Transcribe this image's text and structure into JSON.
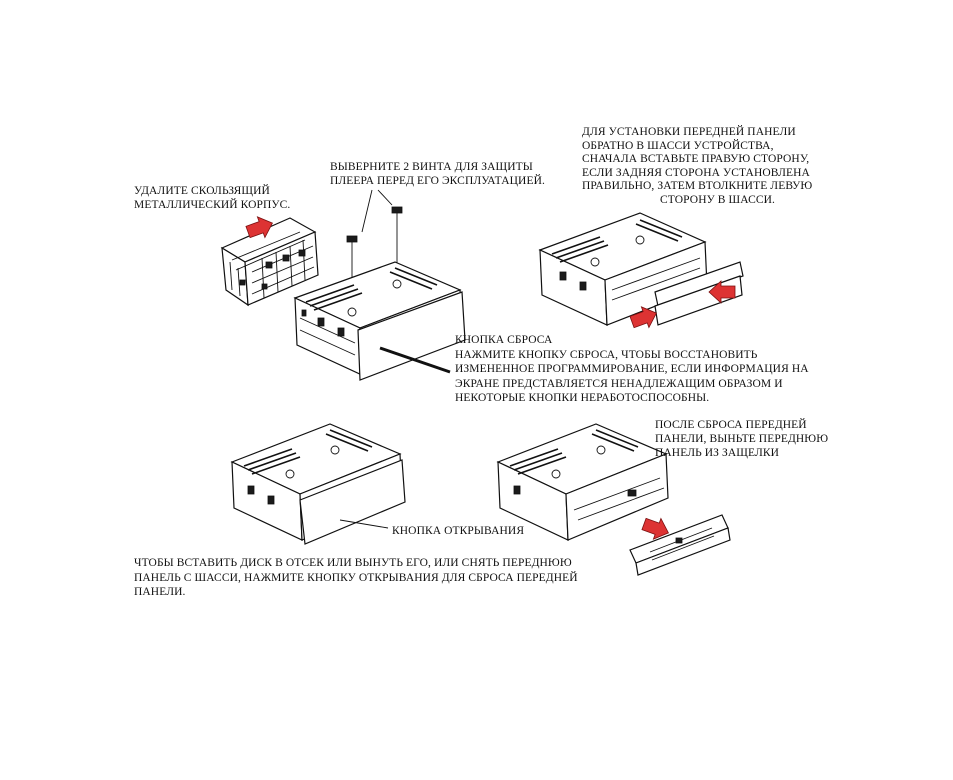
{
  "annotations": {
    "remove_sleeve": [
      "УДАЛИТЕ СКОЛЬЗЯЩИЙ",
      "МЕТАЛЛИЧЕСКИЙ КОРПУС."
    ],
    "unscrew": [
      "ВЫВЕРНИТЕ 2 ВИНТА ДЛЯ ЗАЩИТЫ",
      "ПЛЕЕРА ПЕРЕД ЕГО ЭКСПЛУАТАЦИЕЙ."
    ],
    "install_panel": [
      "ДЛЯ УСТАНОВКИ ПЕРЕДНЕЙ ПАНЕЛИ",
      "ОБРАТНО В ШАССИ УСТРОЙСТВА,",
      "СНАЧАЛА ВСТАВЬТЕ ПРАВУЮ СТОРОНУ,",
      "ЕСЛИ ЗАДНЯЯ СТОРОНА УСТАНОВЛЕНА",
      "ПРАВИЛЬНО, ЗАТЕМ ВТОЛКНИТЕ ЛЕВУЮ",
      "СТОРОНУ В ШАССИ."
    ],
    "reset_button": [
      "КНОПКА СБРОСА",
      "НАЖМИТЕ КНОПКУ СБРОСА, ЧТОБЫ ВОССТАНОВИТЬ",
      "ИЗМЕНЕННОЕ ПРОГРАММИРОВАНИЕ, ЕСЛИ ИНФОРМАЦИЯ НА",
      "ЭКРАНЕ ПРЕДСТАВЛЯЕТСЯ НЕНАДЛЕЖАЩИМ ОБРАЗОМ И",
      "НЕКОТОРЫЕ КНОПКИ НЕРАБОТОСПОСОБНЫ."
    ],
    "after_reset": [
      "ПОСЛЕ СБРОСА ПЕРЕДНЕЙ",
      "ПАНЕЛИ, ВЫНЬТЕ ПЕРЕДНЮЮ",
      "ПАНЕЛЬ ИЗ ЗАЩЕЛКИ"
    ],
    "open_button": [
      "КНОПКА ОТКРЫВАНИЯ"
    ],
    "insert_disc": [
      "ЧТОБЫ ВСТАВИТЬ ДИСК В ОТСЕК ИЛИ ВЫНУТЬ ЕГО, ИЛИ СНЯТЬ ПЕРЕДНЮЮ",
      "ПАНЕЛЬ С ШАССИ, НАЖМИТЕ КНОПКУ ОТКРЫВАНИЯ ДЛЯ СБРОСА ПЕРЕДНЕЙ",
      "ПАНЕЛИ."
    ]
  },
  "colors": {
    "arrow": "#d33333",
    "ink": "#111111",
    "paper": "#ffffff"
  },
  "icons": [
    "sleeve-illustration",
    "screws-illustration",
    "head-unit-illustration",
    "front-panel-illustration",
    "red-arrow-icon"
  ]
}
